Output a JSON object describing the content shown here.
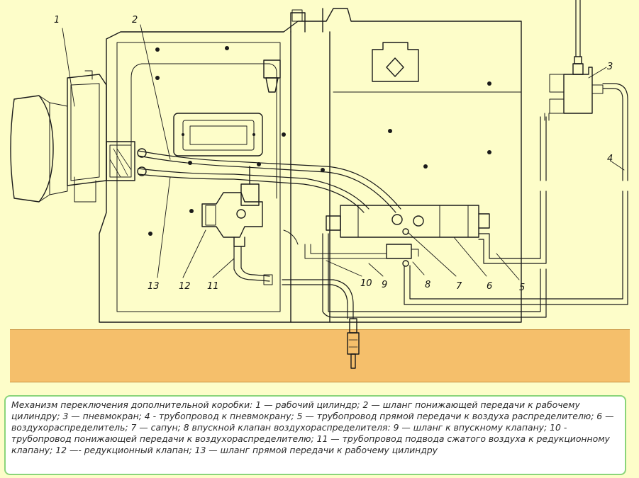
{
  "figure": {
    "labels": [
      {
        "id": "1",
        "text": "1"
      },
      {
        "id": "2",
        "text": "2"
      },
      {
        "id": "3",
        "text": "3"
      },
      {
        "id": "4",
        "text": "4"
      },
      {
        "id": "5",
        "text": "5"
      },
      {
        "id": "6",
        "text": "6"
      },
      {
        "id": "7",
        "text": "7"
      },
      {
        "id": "8",
        "text": "8"
      },
      {
        "id": "9",
        "text": "9"
      },
      {
        "id": "10",
        "text": "10"
      },
      {
        "id": "11",
        "text": "11"
      },
      {
        "id": "12",
        "text": "12"
      },
      {
        "id": "13",
        "text": "13"
      }
    ]
  },
  "caption": {
    "text": "Механизм переключения дополнительной коробки: 1 — рабочий цилиндр; 2 — шланг понижающей передачи к рабочему цилиндру; 3 — пневмокран; 4 - трубопровод к пневмокрану; 5 — трубопровод прямой передачи к воздуха распределителю; 6 — воздухораспределитель; 7 — сапун; 8 впускной клапан воздухораспределителя: 9 — шланг к впускному клапану; 10 - трубопровод понижающей передачи к воздухораспределителю; 11 — трубопровод подвода сжатого воздуха к редукционному клапану; 12 —- редукционный клапан; 13 — шланг прямой передачи к рабочему цилиндру"
  },
  "colors": {
    "background": "#fdfdc9",
    "bar": "#f5bf6b",
    "caption_border": "#8ad57a"
  }
}
